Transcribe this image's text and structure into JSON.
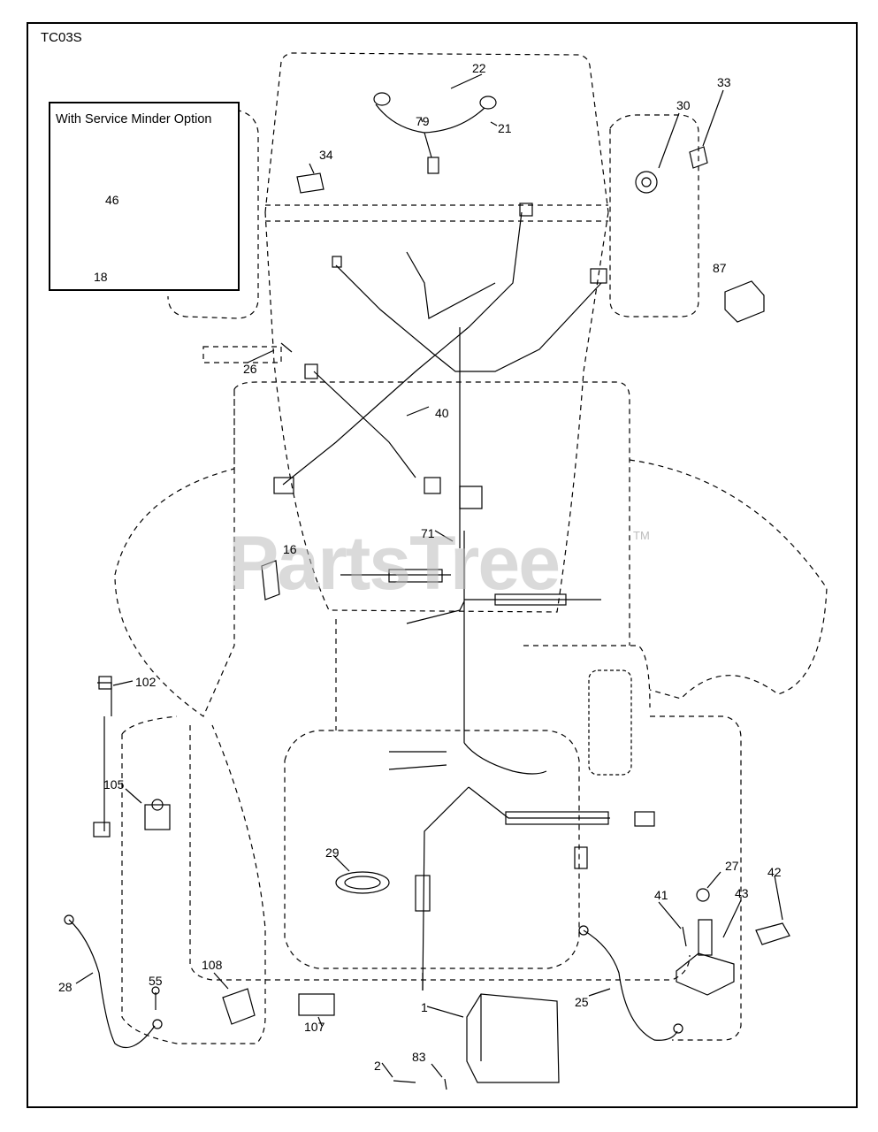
{
  "diagram_code": "TC03S",
  "inset_title": "With Service Minder Option",
  "watermark": "PartsTree",
  "watermark_tm": "TM",
  "callouts": {
    "c22": "22",
    "c79": "79",
    "c21": "21",
    "c34": "34",
    "c30": "30",
    "c33": "33",
    "c46": "46",
    "c18": "18",
    "c87": "87",
    "c26": "26",
    "c40": "40",
    "c71": "71",
    "c16": "16",
    "c102": "102",
    "c105": "105",
    "c29": "29",
    "c27": "27",
    "c42": "42",
    "c41": "41",
    "c43": "43",
    "c28": "28",
    "c55": "55",
    "c108": "108",
    "c107": "107",
    "c1": "1",
    "c25": "25",
    "c2": "2",
    "c83": "83"
  },
  "colors": {
    "line": "#000000",
    "watermark": "#bdbdbd"
  }
}
